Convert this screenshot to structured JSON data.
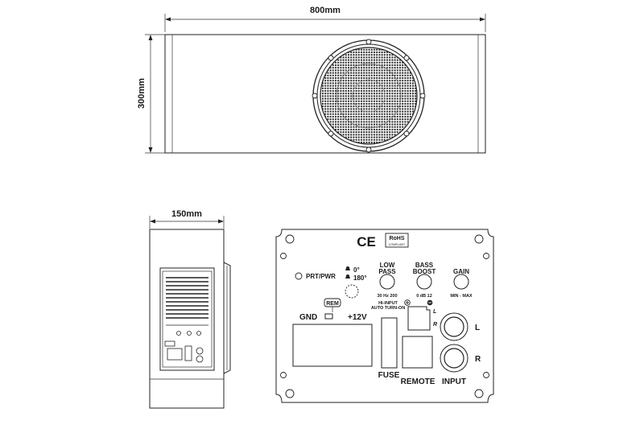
{
  "front_view": {
    "width_label": "800mm",
    "height_label": "300mm"
  },
  "side_view": {
    "depth_label": "150mm"
  },
  "amp_panel": {
    "ce_mark": "CE",
    "rohs_mark": "RoHS",
    "rohs_sub": "COMPLIANT",
    "prt_pwr": "PRT/PWR",
    "phase_0": "0°",
    "phase_180": "180°",
    "low_pass_line1": "LOW",
    "low_pass_line2": "PASS",
    "low_pass_range": "30 Hz  200",
    "bass_boost_line1": "BASS",
    "bass_boost_line2": "BOOST",
    "bass_boost_range": "0 dB 12",
    "gain": "GAIN",
    "gain_range": "MIN - MAX",
    "rem": "REM",
    "gnd": "GND",
    "plus12v": "+12V",
    "hi_input_line1": "HI-INPUT",
    "hi_input_line2": "AUTO TURN-ON",
    "hi_l": "L",
    "hi_r": "R",
    "rca_l": "L",
    "rca_r": "R",
    "fuse": "FUSE",
    "remote": "REMOTE",
    "input": "INPUT"
  }
}
